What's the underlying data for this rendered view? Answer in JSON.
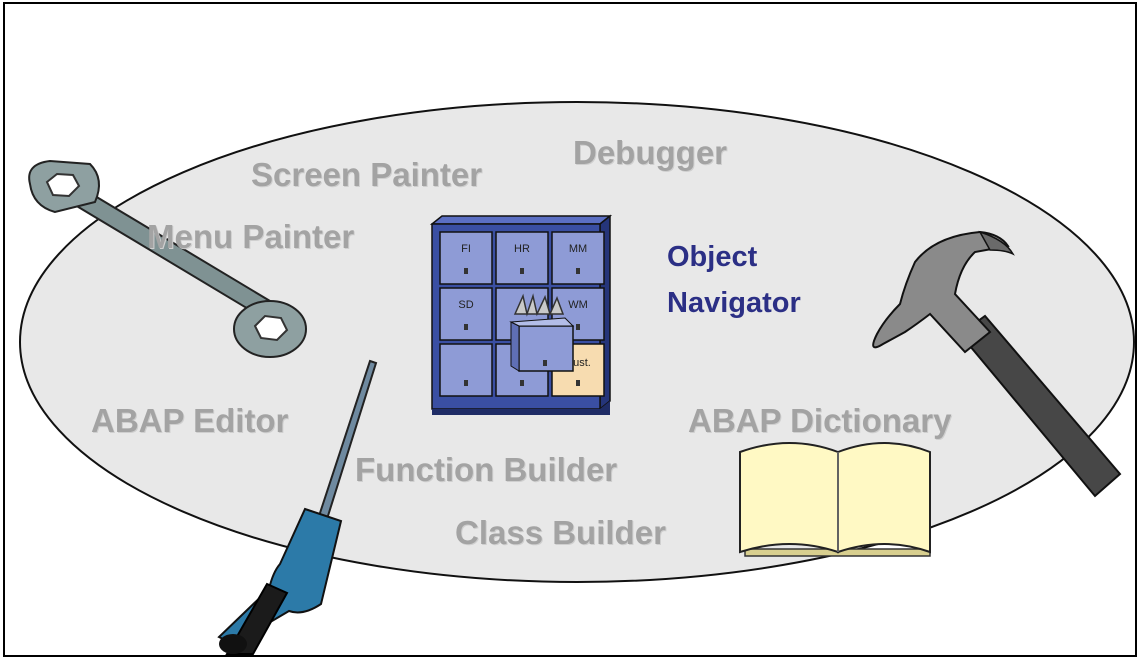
{
  "tools": {
    "debugger": "Debugger",
    "screen_painter": "Screen Painter",
    "menu_painter": "Menu Painter",
    "abap_editor": "ABAP Editor",
    "function_builder": "Function Builder",
    "class_builder": "Class Builder",
    "abap_dictionary": "ABAP Dictionary"
  },
  "object_navigator": {
    "line1": "Object",
    "line2": "Navigator"
  },
  "cabinet": {
    "cells": [
      "FI",
      "HR",
      "MM",
      "SD",
      "",
      "WM",
      "",
      "",
      "Cust."
    ]
  },
  "colors": {
    "ellipse_fill": "#e8e8e8",
    "label_gray": "#a3a3a3",
    "navigator_blue": "#2b2f85",
    "cabinet_blue": "#3a4fa3",
    "custom_cell": "#f7dcb0"
  }
}
